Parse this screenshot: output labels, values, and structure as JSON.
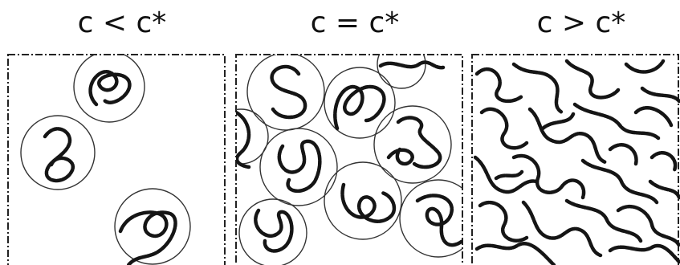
{
  "panels": [
    {
      "id": "dilute",
      "label": "c < c*"
    },
    {
      "id": "overlap",
      "label": "c = c*"
    },
    {
      "id": "semidilute",
      "label": "c > c*"
    }
  ],
  "colors": {
    "ink": "#151515",
    "frame": "#222222",
    "paper": "#ffffff"
  }
}
